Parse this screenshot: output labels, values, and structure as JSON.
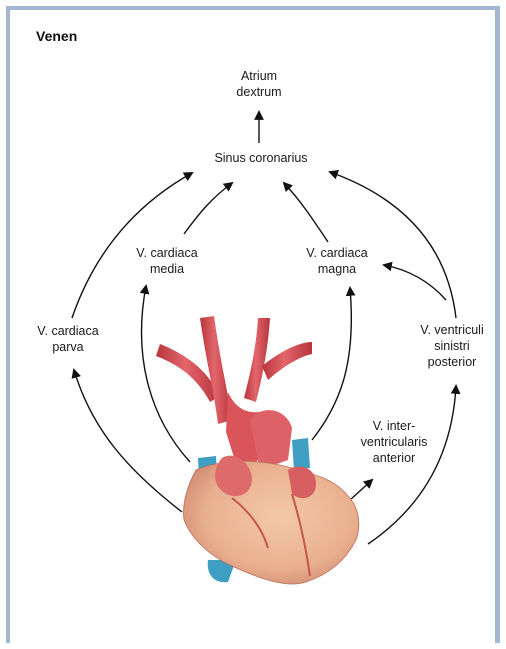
{
  "title": "Venen",
  "nodes": {
    "atrium_line1": "Atrium",
    "atrium_line2": "dextrum",
    "sinus": "Sinus coronarius",
    "media_line1": "V. cardiaca",
    "media_line2": "media",
    "magna_line1": "V. cardiaca",
    "magna_line2": "magna",
    "parva_line1": "V. cardiaca",
    "parva_line2": "parva",
    "posterior_line1": "V. ventriculi",
    "posterior_line2": "sinistri",
    "posterior_line3": "posterior",
    "inter_line1": "V. inter-",
    "inter_line2": "ventricularis",
    "inter_line3": "anterior"
  },
  "colors": {
    "frame": "#a3b8d0",
    "arrow": "#111111",
    "heart_muscle": "#e7a892",
    "aorta": "#d9555a",
    "vein_blue": "#3f9fc2"
  }
}
